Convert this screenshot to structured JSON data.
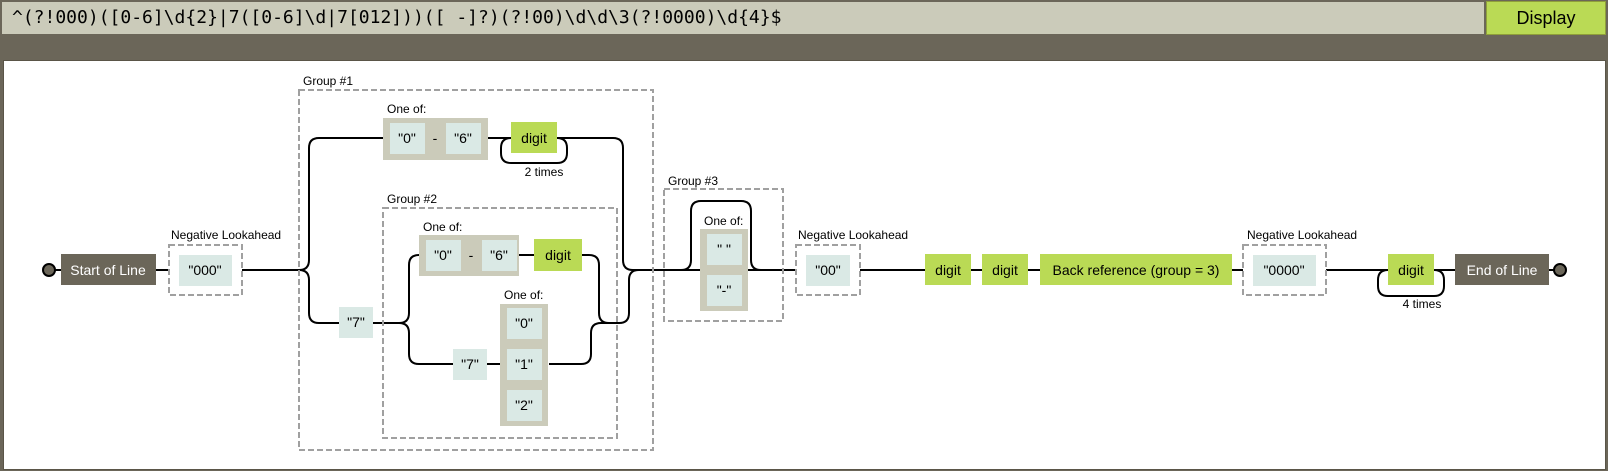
{
  "regex_input": {
    "value": "^(?!000)([0-6]\\d{2}|7([0-6]\\d|7[012]))([ -]?)(?!00)\\d\\d\\3(?!0000)\\d{4}$"
  },
  "display_button": {
    "label": "Display"
  },
  "diagram": {
    "start_of_line": "Start of Line",
    "end_of_line": "End of Line",
    "lookahead_1": {
      "label": "Negative Lookahead",
      "literal": "\"000\""
    },
    "group_1": {
      "label": "Group #1",
      "oneof_label": "One of:",
      "range_from": "\"0\"",
      "range_dash": "-",
      "range_to": "\"6\"",
      "digit": "digit",
      "repeat": "2 times",
      "literal_7": "\"7\""
    },
    "group_2": {
      "label": "Group #2",
      "oneof_label": "One of:",
      "range_from": "\"0\"",
      "range_dash": "-",
      "range_to": "\"6\"",
      "digit": "digit",
      "literal_7": "\"7\"",
      "oneof2_label": "One of:",
      "choices": [
        "\"0\"",
        "\"1\"",
        "\"2\""
      ]
    },
    "group_3": {
      "label": "Group #3",
      "oneof_label": "One of:",
      "choices": [
        "\" \"",
        "\"-\""
      ]
    },
    "lookahead_2": {
      "label": "Negative Lookahead",
      "literal": "\"00\""
    },
    "digit_a": "digit",
    "digit_b": "digit",
    "backref": "Back reference (group = 3)",
    "lookahead_3": {
      "label": "Negative Lookahead",
      "literal": "\"0000\""
    },
    "digit_final": "digit",
    "repeat_final": "4 times"
  },
  "colors": {
    "background": "#6b6659",
    "input_bg": "#cbcbba",
    "button_bg": "#bada55",
    "anchor_bg": "#6b6659",
    "literal_bg": "#dae9e5",
    "charclass_bg": "#cbcbba",
    "escape_bg": "#bada55"
  }
}
